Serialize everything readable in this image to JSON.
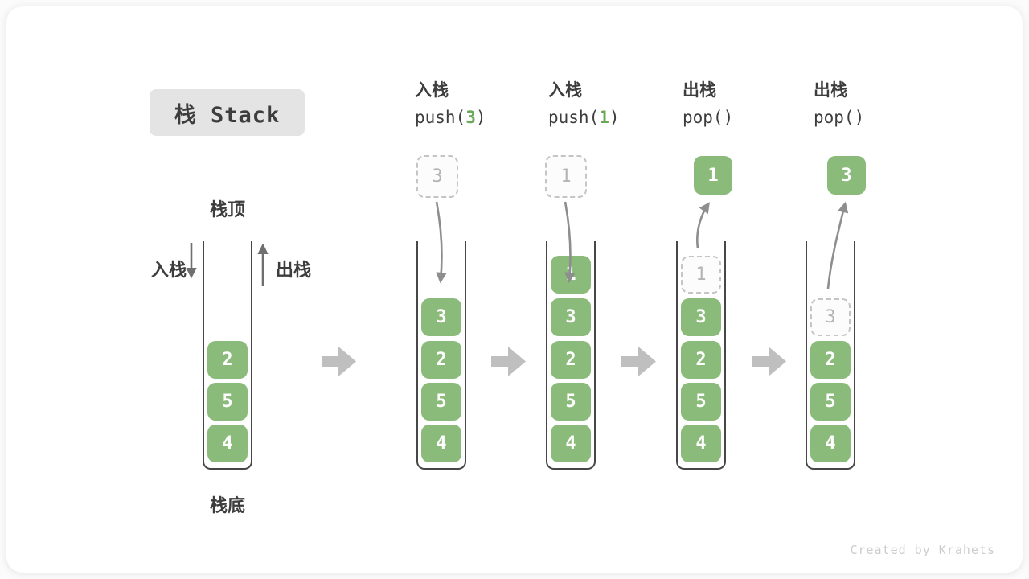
{
  "title": "栈 Stack",
  "side_labels": {
    "top": "栈顶",
    "bottom": "栈底",
    "push": "入栈",
    "pop": "出栈"
  },
  "watermark": "Created by Krahets",
  "colors": {
    "cell_green": "#8bbb7b",
    "code_green": "#69a857",
    "title_bg": "#e4e4e4",
    "text_dark": "#3d3d3d",
    "wall": "#474747",
    "dash_border": "#c5c5c5",
    "dash_text": "#b4b4b4",
    "arrow_block": "#bfbfbf",
    "arrow_curve": "#8e8e8e",
    "arrow_small": "#6f6f6f",
    "watermark_gray": "#cccccc"
  },
  "steps": [
    {
      "cells": {
        "r3": "2",
        "r4": "5",
        "r5": "4"
      }
    },
    {
      "op_cn": "入栈",
      "code_pre": "push(",
      "code_arg": "3",
      "code_post": ")",
      "float": "3",
      "cells": {
        "r2": "3",
        "r3": "2",
        "r4": "5",
        "r5": "4"
      }
    },
    {
      "op_cn": "入栈",
      "code_pre": "push(",
      "code_arg": "1",
      "code_post": ")",
      "float": "1",
      "cells": {
        "r1": "1",
        "r2": "3",
        "r3": "2",
        "r4": "5",
        "r5": "4"
      }
    },
    {
      "op_cn": "出栈",
      "code_pre": "pop()",
      "code_arg": "",
      "code_post": "",
      "float": "1",
      "ghost": {
        "r1": "1"
      },
      "cells": {
        "r2": "3",
        "r3": "2",
        "r4": "5",
        "r5": "4"
      }
    },
    {
      "op_cn": "出栈",
      "code_pre": "pop()",
      "code_arg": "",
      "code_post": "",
      "float": "3",
      "ghost": {
        "r2": "3"
      },
      "cells": {
        "r3": "2",
        "r4": "5",
        "r5": "4"
      }
    }
  ]
}
